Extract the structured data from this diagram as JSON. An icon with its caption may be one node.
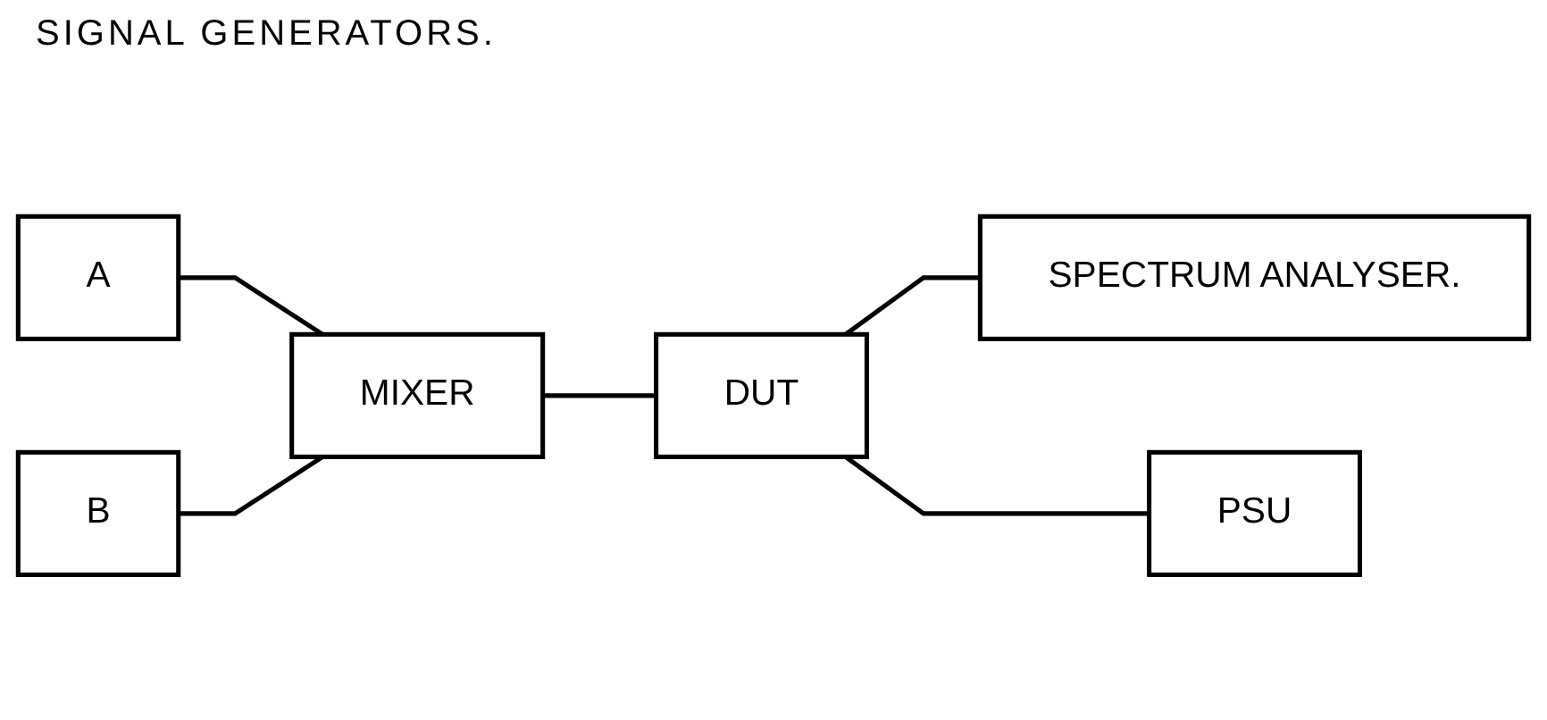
{
  "diagram": {
    "title": "SIGNAL GENERATORS.",
    "nodes": [
      {
        "text": [
          "A"
        ]
      },
      {
        "text": [
          "B"
        ]
      },
      {
        "text": [
          "MIXER"
        ]
      },
      {
        "text": [
          "DUT"
        ]
      },
      {
        "text": [
          "SPECTRUM ANALYSER."
        ]
      },
      {
        "text": [
          "PSU"
        ]
      }
    ],
    "edges": [
      {
        "from": 0,
        "to": 2,
        "arrow": "none"
      },
      {
        "from": 1,
        "to": 2,
        "arrow": "none"
      },
      {
        "from": 2,
        "to": 3,
        "arrow": "none"
      },
      {
        "from": 3,
        "to": 4,
        "arrow": "none"
      },
      {
        "from": 3,
        "to": 5,
        "arrow": "none"
      }
    ]
  }
}
